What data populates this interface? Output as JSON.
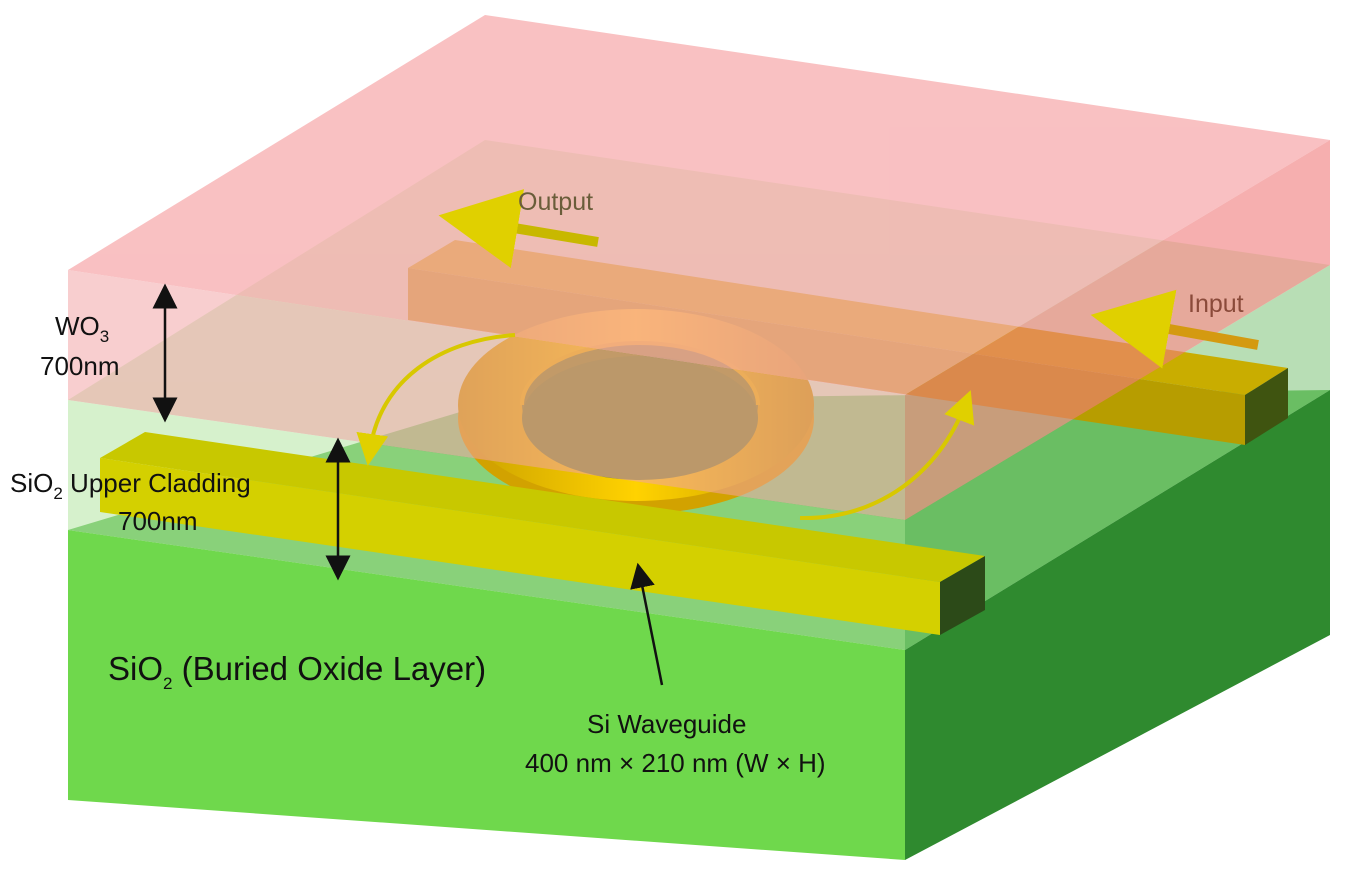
{
  "labels": {
    "output": "Output",
    "input": "Input",
    "wo3": {
      "main": "WO",
      "sub": "3",
      "thickness": "700nm"
    },
    "upper_cladding": {
      "pre": "SiO",
      "sub": "2",
      "post": " Upper Cladding",
      "thickness": "700nm"
    },
    "buried_oxide": {
      "pre": "SiO",
      "sub": "2",
      "post": " (Buried Oxide Layer)"
    },
    "waveguide": {
      "title": "Si Waveguide",
      "dims": "400 nm × 210 nm (W × H)"
    }
  },
  "colors": {
    "wo3_layer": "#f7a9ab",
    "upper_cladding": "#b6e6a4",
    "buried_oxide_front": "#6fd84c",
    "buried_oxide_side": "#2f8a2f",
    "buried_oxide_top": "#52b848",
    "waveguide": "#d4d000",
    "ring": "#d9a800",
    "arrow": "#c8c000"
  }
}
